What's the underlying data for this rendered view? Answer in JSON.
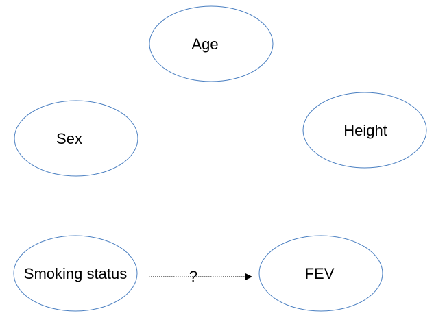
{
  "diagram": {
    "nodes": {
      "age": {
        "label": "Age"
      },
      "sex": {
        "label": "Sex"
      },
      "height": {
        "label": "Height"
      },
      "smoking": {
        "label": "Smoking status"
      },
      "fev": {
        "label": "FEV"
      }
    },
    "edges": [
      {
        "from": "Smoking status",
        "to": "FEV",
        "label": "?",
        "style": "dotted"
      }
    ],
    "colors": {
      "node_border": "#4a7fc1",
      "text": "#000000",
      "background": "#ffffff"
    }
  }
}
